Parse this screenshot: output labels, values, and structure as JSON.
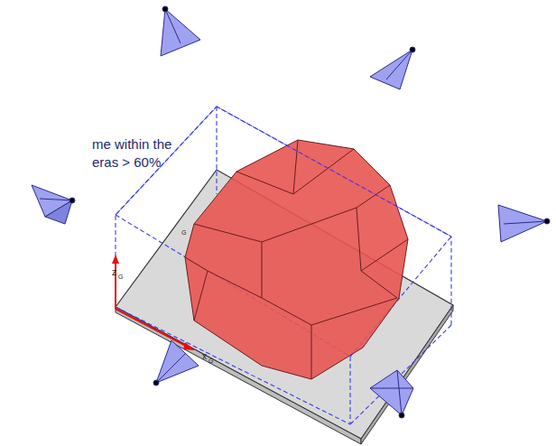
{
  "diagram": {
    "labels": [
      "me within the eras > 60%",
      "z",
      "G",
      "x",
      "G",
      "G"
    ]
  }
}
